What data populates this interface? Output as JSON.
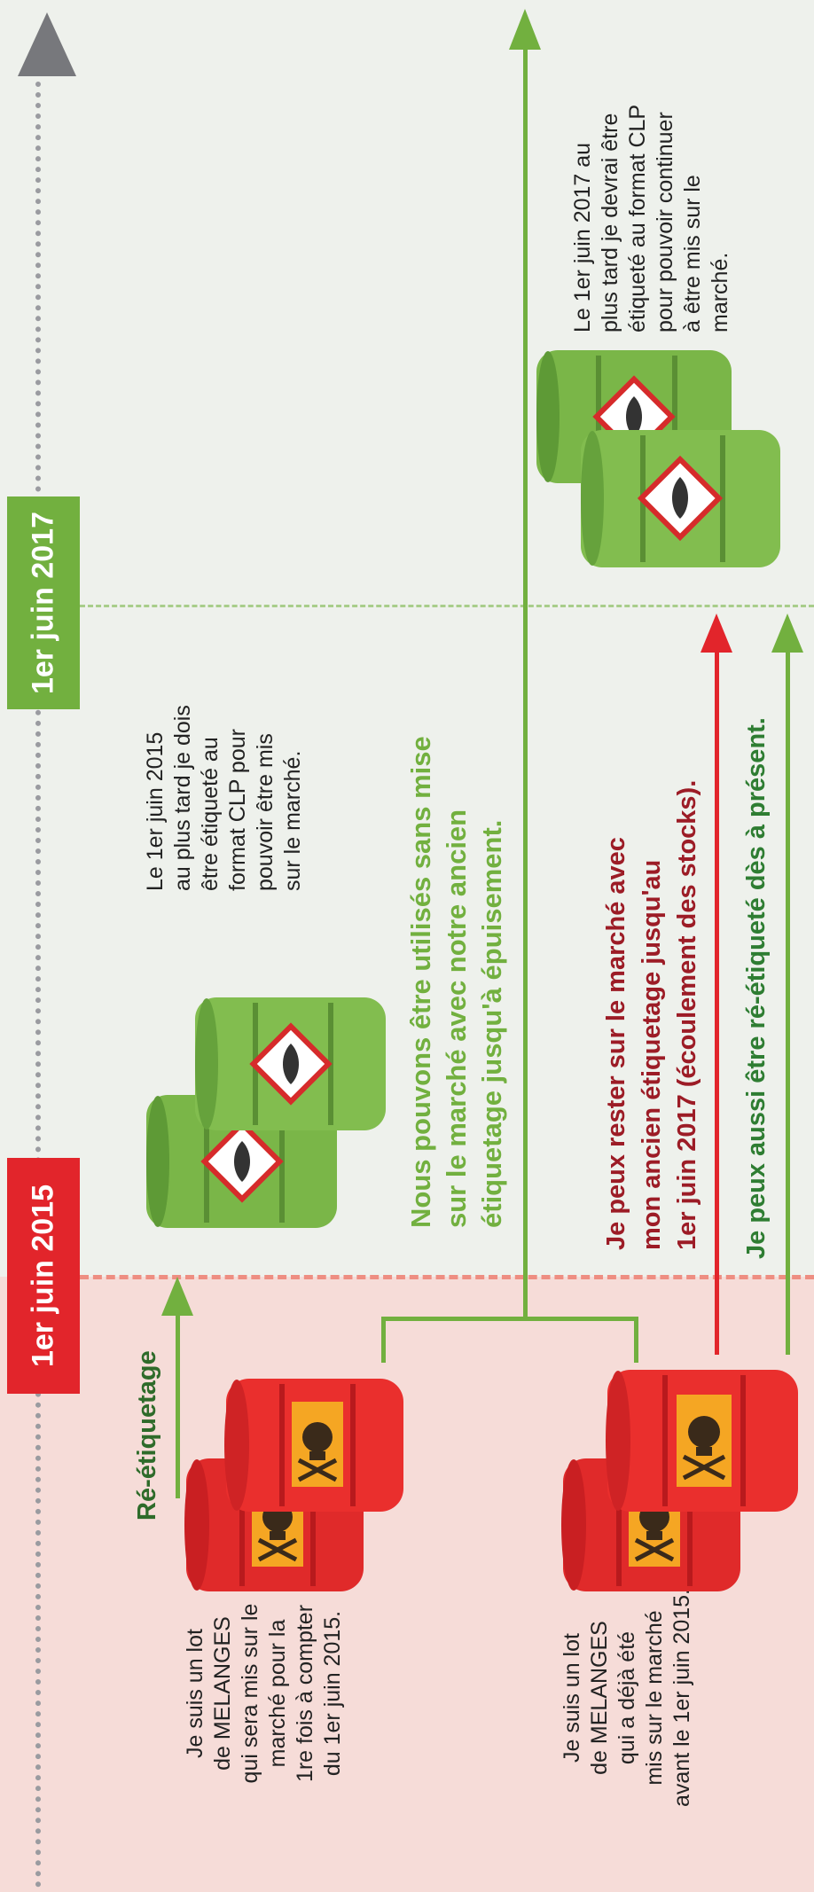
{
  "timeline": {
    "date_2015": "1er juin 2015",
    "date_2017": "1er juin 2017"
  },
  "labels": {
    "relabeling": "Ré-étiquetage"
  },
  "texts": {
    "lot_new": "Je suis un lot\nde MELANGES\nqui sera mis sur le\nmarché pour la\n1re fois à compter\ndu 1er juin 2015.",
    "lot_existing": "Je suis un lot\nde MELANGES\nqui a déjà été\nmis sur le marché\navant le 1er juin 2015.",
    "must_label_2015": "Le 1er juin 2015\nau plus tard je dois\nêtre étiqueté au\nformat CLP pour\npouvoir être mis\nsur le marché.",
    "must_label_2017": "Le 1er juin 2017 au\nplus tard je devrai être\nétiqueté au format CLP\npour pouvoir continuer\nà être mis sur le\nmarché.",
    "can_use": "Nous pouvons être utilisés sans mise\nsur le marché avec notre ancien\nétiquetage jusqu'à épuisement.",
    "can_stay": "Je peux rester sur le marché avec\nmon ancien étiquetage jusqu'au\n1er juin 2017 (écoulement des stocks).",
    "can_relabel": "Je peux aussi être ré-étiqueté dès à présent."
  },
  "colors": {
    "red_zone": "#f6dcd8",
    "green_zone": "#eef1ec",
    "red_accent": "#e2252b",
    "green_accent": "#72b03f",
    "timeline": "#9a9ba0"
  },
  "icons": [
    "red-toxic-barrel-icon",
    "green-ghs-barrel-icon",
    "skull-crossbones-icon",
    "ghs-health-hazard-icon"
  ]
}
